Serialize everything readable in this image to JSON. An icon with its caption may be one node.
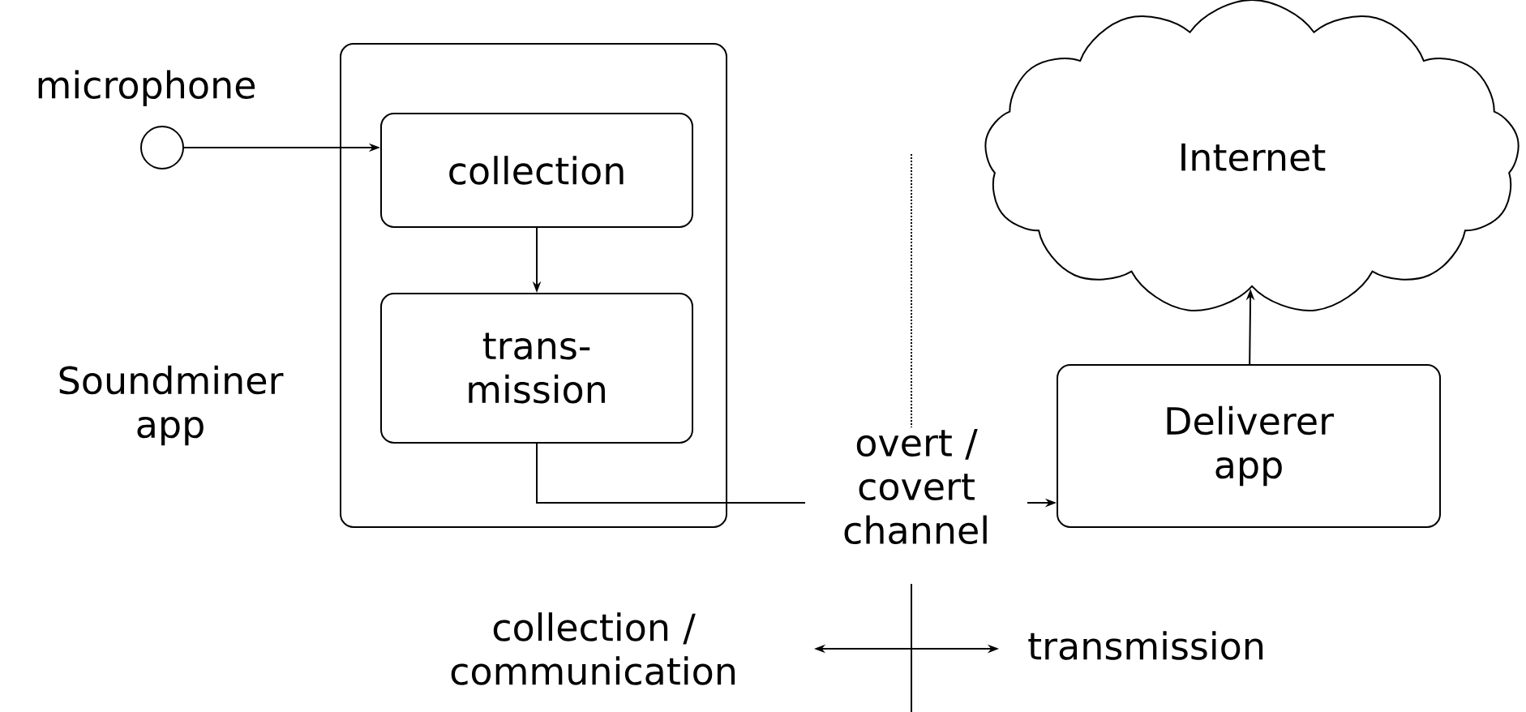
{
  "diagram": {
    "nodes": [
      {
        "text": [],
        "shape": "circle",
        "beside": [
          "microphone"
        ]
      },
      {
        "text": [
          "Soundminer app"
        ]
      },
      {
        "text": [
          "collection"
        ],
        "in": 1
      },
      {
        "text": [
          "trans- mission"
        ],
        "in": 1
      },
      {
        "text": [
          "Internet"
        ]
      },
      {
        "text": [
          "Deliverer app"
        ]
      }
    ],
    "edges": [
      {
        "from": 0,
        "to": 2,
        "arrow": "to"
      },
      {
        "from": 2,
        "to": 3,
        "arrow": "to"
      },
      {
        "from": 3,
        "to": 5,
        "arrow": "to",
        "label": "overt / covert channel"
      },
      {
        "from": 5,
        "to": 4,
        "arrow": "to"
      }
    ],
    "labels": [
      "collection / communication",
      "transmission"
    ]
  }
}
